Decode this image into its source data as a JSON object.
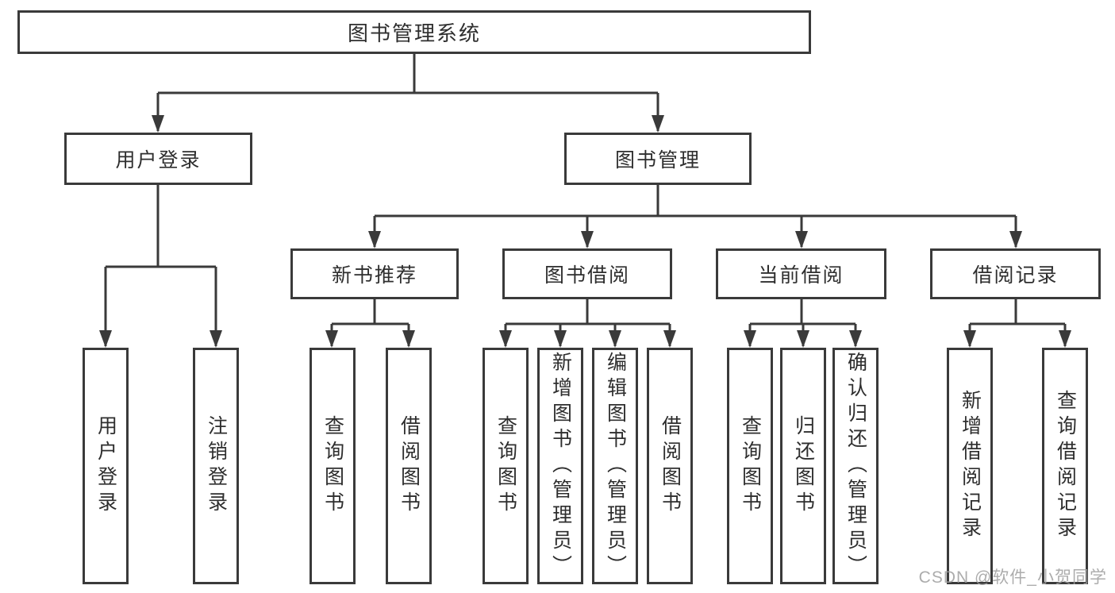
{
  "diagram": {
    "root": {
      "label": "图书管理系统",
      "children": [
        {
          "label": "用户登录",
          "children": [
            {
              "label": "用户登录"
            },
            {
              "label": "注销登录"
            }
          ]
        },
        {
          "label": "图书管理",
          "children": [
            {
              "label": "新书推荐",
              "children": [
                {
                  "label": "查询图书"
                },
                {
                  "label": "借阅图书"
                }
              ]
            },
            {
              "label": "图书借阅",
              "children": [
                {
                  "label": "查询图书"
                },
                {
                  "label": "新增图书（管理员）"
                },
                {
                  "label": "编辑图书（管理员）"
                },
                {
                  "label": "借阅图书"
                }
              ]
            },
            {
              "label": "当前借阅",
              "children": [
                {
                  "label": "查询图书"
                },
                {
                  "label": "归还图书"
                },
                {
                  "label": "确认归还（管理员）"
                }
              ]
            },
            {
              "label": "借阅记录",
              "children": [
                {
                  "label": "新增借阅记录"
                },
                {
                  "label": "查询借阅记录"
                }
              ]
            }
          ]
        }
      ]
    }
  },
  "watermark": "CSDN @软件_小贺同学",
  "colors": {
    "line": "#3a3a3a",
    "text": "#2e2e2e",
    "box_background": "#ffffff",
    "watermark": "#9e9e9e"
  }
}
